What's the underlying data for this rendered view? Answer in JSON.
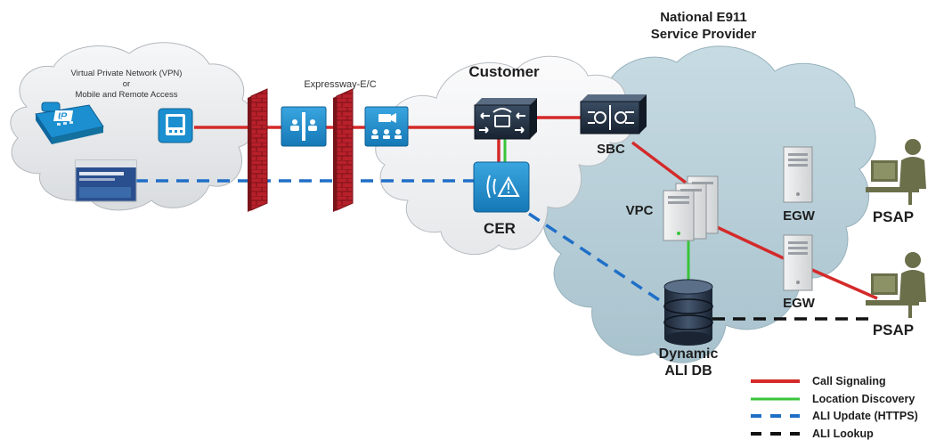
{
  "colors": {
    "call_signaling": "#d42a2a",
    "location_discovery": "#39c339",
    "ali_update": "#1f6fc7",
    "ali_lookup": "#111111",
    "provider_cloud": "#b9d0d9",
    "customer_cloud": "#f4f5f6",
    "remote_cloud": "#eceeef",
    "cisco_blue": "#1b8fd0",
    "cisco_dark": "#1e2a3a",
    "firewall": "#b8202a",
    "psap_green": "#6b6f4a"
  },
  "labels": {
    "remote_line1": "Virtual Private Network (VPN)",
    "remote_line2": "or",
    "remote_line3": "Mobile and Remote Access",
    "phone_ip_badge": "IP",
    "expressway": "Expressway-E/C",
    "customer": "Customer",
    "provider_line1": "National E911",
    "provider_line2": "Service Provider",
    "sbc": "SBC",
    "cer": "CER",
    "vpc": "VPC",
    "egw_1": "EGW",
    "egw_2": "EGW",
    "psap_1": "PSAP",
    "psap_2": "PSAP",
    "ali_db_line1": "Dynamic",
    "ali_db_line2": "ALI DB"
  },
  "legend": {
    "items": [
      {
        "label": "Call Signaling",
        "style": "solid",
        "color": "#d42a2a"
      },
      {
        "label": "Location Discovery",
        "style": "solid",
        "color": "#39c339"
      },
      {
        "label": "ALI Update (HTTPS)",
        "style": "dashed",
        "color": "#1f6fc7"
      },
      {
        "label": "ALI Lookup",
        "style": "dashed",
        "color": "#111111"
      }
    ]
  },
  "icons": {
    "ip_phone": "ip-phone-icon",
    "video_phone": "video-phone-icon",
    "softphone": "softphone-icon",
    "firewall": "firewall-icon",
    "expressway_c": "expressway-c-icon",
    "expressway_e": "expressway-e-icon",
    "call_manager": "call-manager-icon",
    "sbc": "sbc-icon",
    "cer": "cer-icon",
    "vpc": "vpc-server-icon",
    "egw": "egw-server-icon",
    "database": "database-icon",
    "psap": "psap-operator-icon"
  }
}
